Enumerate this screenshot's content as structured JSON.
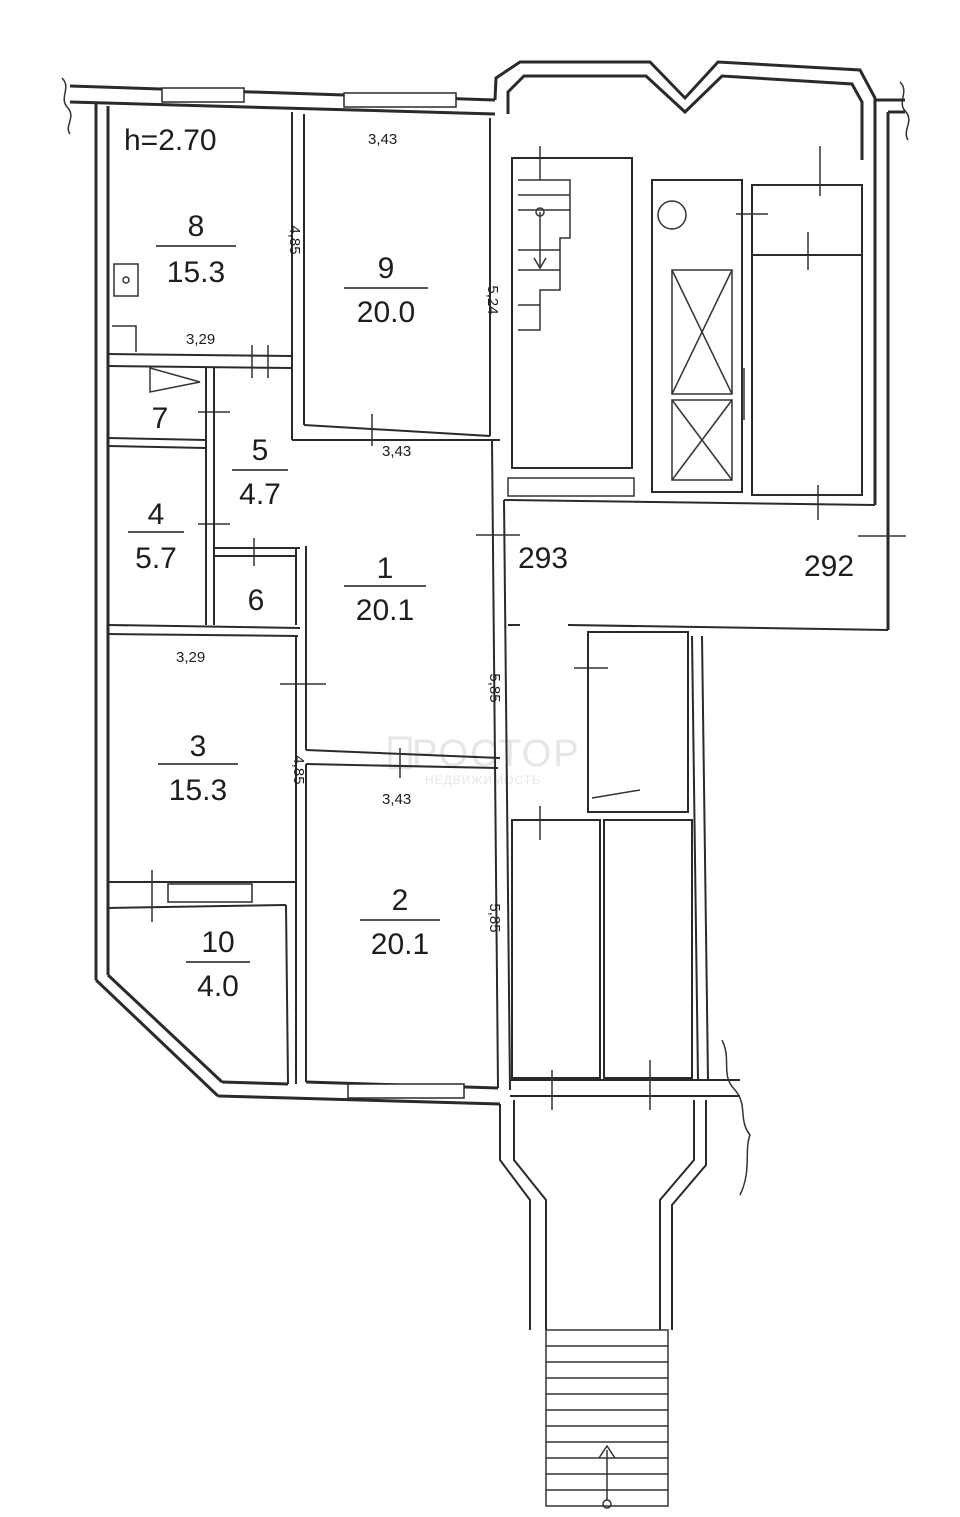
{
  "ceiling_height": "h=2.70",
  "rooms": [
    {
      "number": "1",
      "area": "20.1"
    },
    {
      "number": "2",
      "area": "20.1"
    },
    {
      "number": "3",
      "area": "15.3"
    },
    {
      "number": "4",
      "area": "5.7"
    },
    {
      "number": "5",
      "area": "4.7"
    },
    {
      "number": "6",
      "area": ""
    },
    {
      "number": "7",
      "area": ""
    },
    {
      "number": "8",
      "area": "15.3"
    },
    {
      "number": "9",
      "area": "20.0"
    },
    {
      "number": "10",
      "area": "4.0"
    }
  ],
  "dimensions": {
    "d8_bottom": "3,29",
    "d8_side": "4,85",
    "d9_top": "3,43",
    "d9_side": "5,24",
    "d9_bottom": "3,43",
    "d1_side": "5,85",
    "d3_top": "3,29",
    "d3_side": "4,85",
    "d2_top": "3,43",
    "d2_side": "5,85"
  },
  "apartments": [
    "293",
    "292"
  ],
  "watermark": {
    "brand": "РОСТОР",
    "sub": "НЕДВИЖИМОСТЬ"
  }
}
